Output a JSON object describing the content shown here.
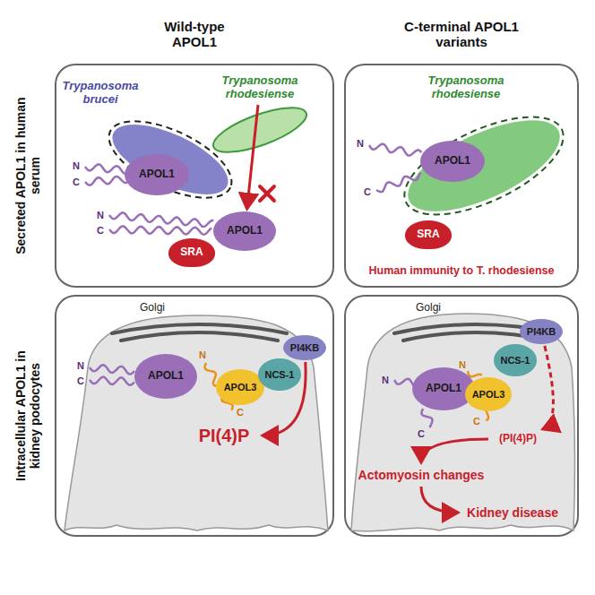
{
  "diagram": {
    "nodes": [
      {
        "text": [
          "Trypanosoma brucei"
        ]
      },
      {
        "text": [
          "APOL1"
        ]
      },
      {
        "text": [
          "Trypanosoma rhodesiense"
        ]
      },
      {
        "text": [
          "SRA"
        ]
      },
      {
        "text": [
          "APOL1"
        ]
      },
      {
        "text": [
          "Trypanosoma rhodesiense"
        ]
      },
      {
        "text": [
          "APOL1"
        ]
      },
      {
        "text": [
          "SRA"
        ]
      },
      {
        "text": [
          "APOL1"
        ]
      },
      {
        "text": [
          "APOL3"
        ]
      },
      {
        "text": [
          "NCS-1"
        ]
      },
      {
        "text": [
          "PI4KB"
        ]
      },
      {
        "text": [
          "PI(4)P"
        ]
      },
      {
        "text": [
          "PI4KB"
        ]
      },
      {
        "text": [
          "NCS-1"
        ]
      },
      {
        "text": [
          "APOL1"
        ]
      },
      {
        "text": [
          "APOL3"
        ]
      },
      {
        "text": [
          "(PI(4)P)"
        ]
      },
      {
        "text": [
          "Actomyosin changes"
        ]
      },
      {
        "text": [
          "Kidney disease"
        ]
      }
    ],
    "edges": [
      {
        "from": 2,
        "to": 4,
        "arrow": "to"
      },
      {
        "from": 11,
        "to": 12,
        "arrow": "to"
      },
      {
        "from": 13,
        "to": 17,
        "arrow": "to"
      },
      {
        "from": 17,
        "to": 18,
        "arrow": "to"
      },
      {
        "from": 18,
        "to": 19,
        "arrow": "to"
      }
    ],
    "labels": [
      "Wild-type APOL1",
      "C-terminal APOL1 variants",
      "Secreted APOL1 in human serum",
      "Intracellular APOL1 in kidney podocytes",
      "N",
      "C",
      "N",
      "C",
      "N",
      "C",
      "Human immunity to T. rhodesiense",
      "Golgi",
      "N",
      "C",
      "N",
      "C",
      "Golgi",
      "N",
      "N",
      "C",
      "C"
    ]
  }
}
